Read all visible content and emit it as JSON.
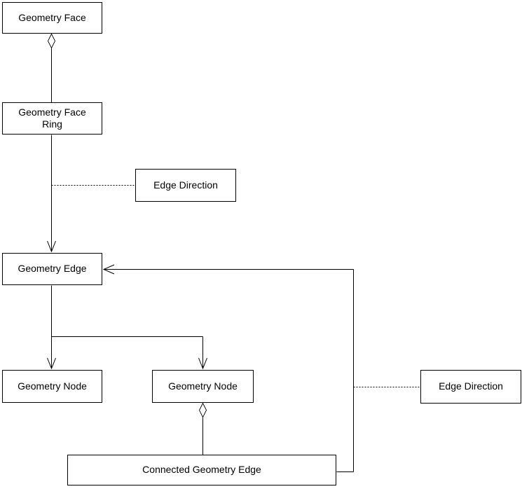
{
  "diagram": {
    "boxes": {
      "geometry_face": {
        "label": "Geometry Face"
      },
      "geometry_face_ring": {
        "label": "Geometry Face Ring"
      },
      "edge_direction_top": {
        "label": "Edge Direction"
      },
      "geometry_edge": {
        "label": "Geometry Edge"
      },
      "geometry_node_left": {
        "label": "Geometry Node"
      },
      "geometry_node_right": {
        "label": "Geometry Node"
      },
      "edge_direction_right": {
        "label": "Edge Direction"
      },
      "connected_geometry_edge": {
        "label": "Connected Geometry Edge"
      }
    },
    "connections": [
      {
        "from": "geometry_face",
        "to": "geometry_face_ring",
        "type": "aggregation",
        "diamond_at": "geometry_face"
      },
      {
        "from": "geometry_face_ring",
        "to": "geometry_edge",
        "type": "directed-arrow",
        "arrow_at": "geometry_edge"
      },
      {
        "from": "geometry_face_ring_to_geometry_edge_line",
        "to": "edge_direction_top",
        "type": "dotted-association"
      },
      {
        "from": "geometry_edge",
        "to": "geometry_node_left",
        "type": "directed-arrow",
        "arrow_at": "geometry_node_left"
      },
      {
        "from": "geometry_edge",
        "to": "geometry_node_right",
        "type": "directed-arrow",
        "arrow_at": "geometry_node_right"
      },
      {
        "from": "geometry_node_right",
        "to": "connected_geometry_edge",
        "type": "aggregation",
        "diamond_at": "geometry_node_right"
      },
      {
        "from": "connected_geometry_edge",
        "to": "geometry_edge",
        "type": "directed-arrow",
        "arrow_at": "geometry_edge"
      },
      {
        "from": "connected_geometry_edge_to_geometry_edge_line",
        "to": "edge_direction_right",
        "type": "dotted-association"
      }
    ],
    "colors": {
      "line": "#000000",
      "box_border": "#000000",
      "box_fill": "#ffffff",
      "text": "#000000",
      "background": "#ffffff"
    }
  }
}
